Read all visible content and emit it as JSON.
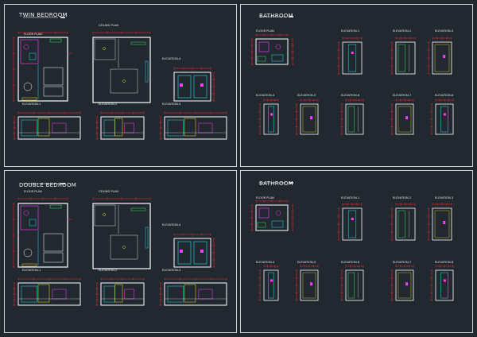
{
  "sheets": {
    "twin": {
      "title": "TWIN BEDROOM",
      "floor_plan": "FLOOR PLAN",
      "ceiling_plan": "CEILING PLAN",
      "elevation_1": "ELEVATION-1",
      "elevation_2": "ELEVATION-2",
      "elevation_3": "ELEVATION-3",
      "elevation_4": "ELEVATION-4"
    },
    "bath1": {
      "title": "BATHROOM",
      "floor_plan": "FLOOR PLAN",
      "e1": "ELEVATION-1",
      "e2": "ELEVATION-2",
      "e3": "ELEVATION-3",
      "e4": "ELEVATION-4",
      "e5": "ELEVATION-5",
      "e6": "ELEVATION-6",
      "e7": "ELEVATION-7",
      "e8": "ELEVATION-8"
    },
    "double": {
      "title": "DOUBLE BEDROOM",
      "floor_plan": "FLOOR PLAN",
      "ceiling_plan": "CEILING PLAN",
      "elevation_1": "ELEVATION-1",
      "elevation_2": "ELEVATION-2",
      "elevation_3": "ELEVATION-3",
      "elevation_4": "ELEVATION-4"
    },
    "bath2": {
      "title": "BATHROOM",
      "floor_plan": "FLOOR PLAN",
      "e1": "ELEVATION-1",
      "e2": "ELEVATION-2",
      "e3": "ELEVATION-3",
      "e4": "ELEVATION-4",
      "e5": "ELEVATION-5",
      "e6": "ELEVATION-6",
      "e7": "ELEVATION-7",
      "e8": "ELEVATION-8"
    }
  },
  "colors": {
    "background": "#212830",
    "frame": "#cfd3d8",
    "wall": "#ffffff",
    "dimension": "#ff2a2a",
    "fixture": "#ff3cff",
    "accent_cyan": "#27e0e8",
    "accent_yellow": "#f0e020",
    "accent_green": "#3fe060"
  }
}
